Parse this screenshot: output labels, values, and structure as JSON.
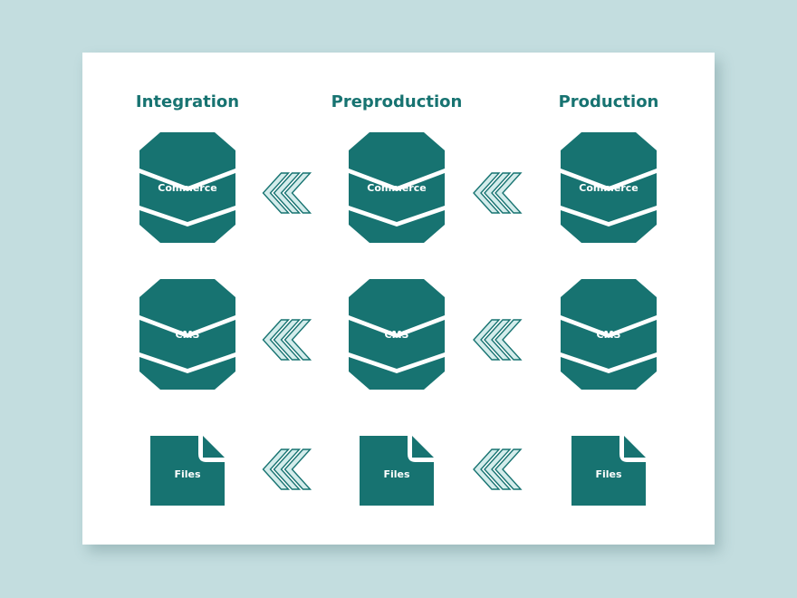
{
  "columns": [
    {
      "title": "Integration"
    },
    {
      "title": "Preproduction"
    },
    {
      "title": "Production"
    }
  ],
  "rows": [
    {
      "type": "database",
      "label": "Commerce"
    },
    {
      "type": "database",
      "label": "CMS"
    },
    {
      "type": "file",
      "label": "Files"
    }
  ],
  "arrow": {
    "direction": "left",
    "icon": "double-chevron-left-icon"
  },
  "colors": {
    "background": "#c3dddf",
    "card": "#ffffff",
    "primary": "#177371",
    "arrow_fill": "#d3eceb"
  }
}
